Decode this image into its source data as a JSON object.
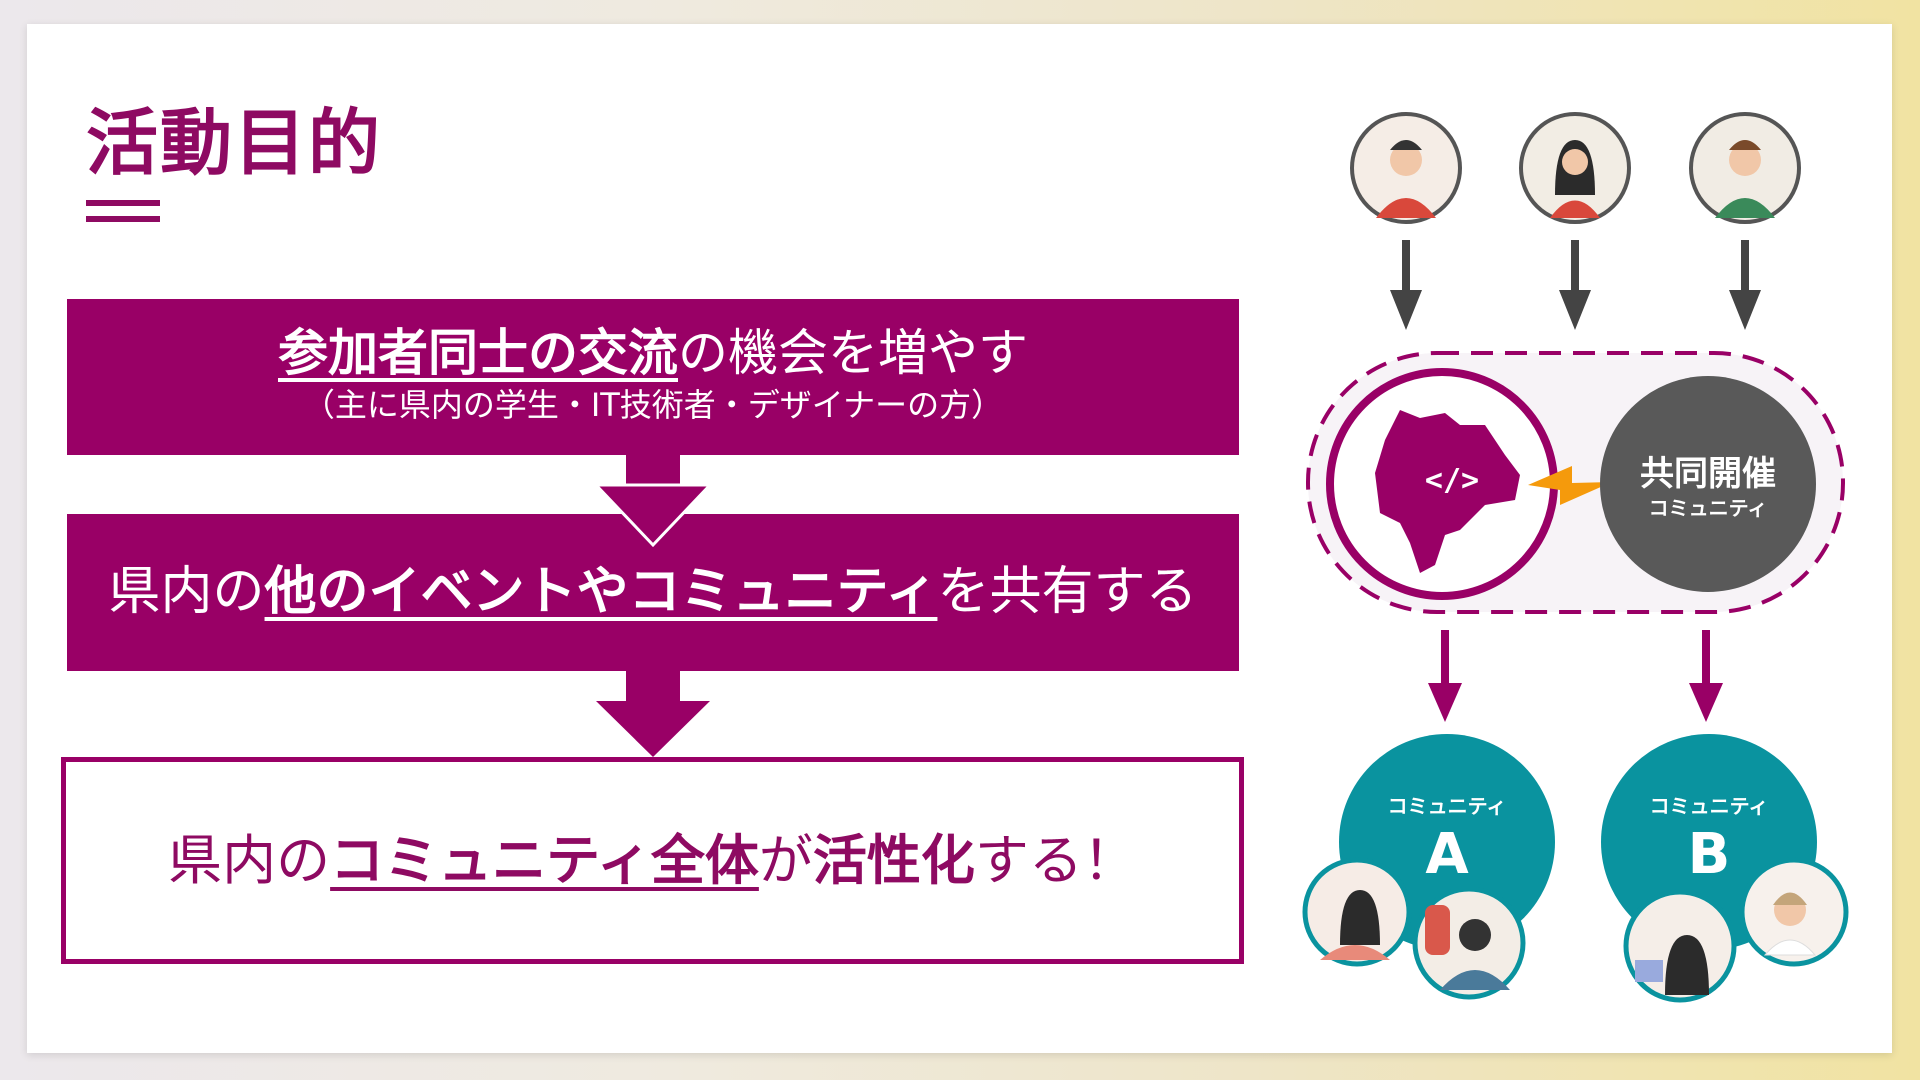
{
  "title": "活動目的",
  "steps": [
    {
      "parts": [
        {
          "text": "参加者同士の交流",
          "emph": true
        },
        {
          "text": "の機会を増やす",
          "emph": false
        }
      ],
      "sub": "（主に県内の学生・IT技術者・デザイナーの方）"
    },
    {
      "parts": [
        {
          "text": "県内の",
          "emph": false
        },
        {
          "text": "他のイベントやコミュニティ",
          "emph": true
        },
        {
          "text": "を共有する",
          "emph": false
        }
      ]
    },
    {
      "parts": [
        {
          "text": "県内の",
          "emph": false
        },
        {
          "text": "コミュニティ全体",
          "emph": true
        },
        {
          "text": "が",
          "emph": false
        },
        {
          "text": "活性化",
          "bold": true
        },
        {
          "text": "する！",
          "emph": false
        }
      ]
    }
  ],
  "diagram": {
    "host_icon": "code-icon",
    "cohost": {
      "title": "共同開催",
      "sub": "コミュニティ"
    },
    "communities": [
      {
        "label": "コミュニティ",
        "letter": "A"
      },
      {
        "label": "コミュニティ",
        "letter": "B"
      }
    ]
  },
  "colors": {
    "primary": "#990066",
    "teal": "#0a939f",
    "gray": "#595959",
    "bolt": "#f59a0c"
  }
}
